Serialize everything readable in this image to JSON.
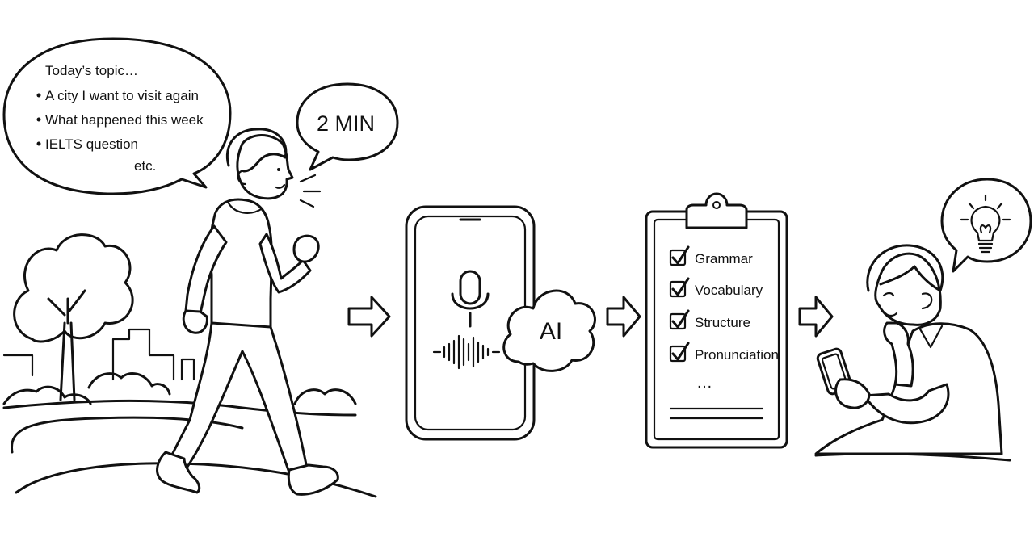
{
  "topic_bubble": {
    "heading": "Today’s topic…",
    "items": [
      "A city I want to visit again",
      "What happened this week",
      "IELTS question"
    ],
    "etc": "etc."
  },
  "timer_bubble": {
    "label": "2 MIN"
  },
  "ai_cloud": {
    "label": "AI"
  },
  "checklist": {
    "items": [
      "Grammar",
      "Vocabulary",
      "Structure",
      "Pronunciation"
    ],
    "more": "…"
  },
  "icons": [
    "microphone-icon",
    "waveform-icon",
    "clipboard-icon",
    "checkbox-icon",
    "lightbulb-icon",
    "arrow-right-icon",
    "smartphone-icon"
  ]
}
